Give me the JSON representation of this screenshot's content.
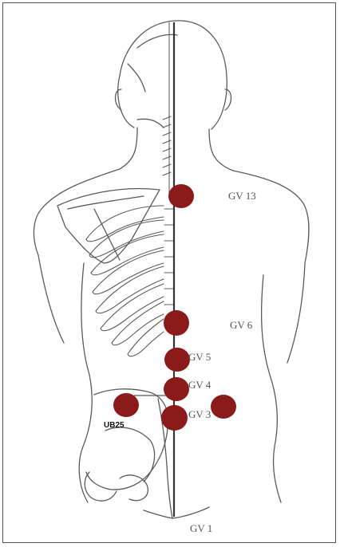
{
  "labels": {
    "gv13": "GV 13",
    "gv6": "GV 6",
    "gv5": "GV 5",
    "gv4": "GV 4",
    "gv3": "GV 3",
    "gv1": "GV 1",
    "ub25": "UB25"
  },
  "colors": {
    "point": "#8b1a1a",
    "line": "#555555",
    "spine": "#333333"
  }
}
